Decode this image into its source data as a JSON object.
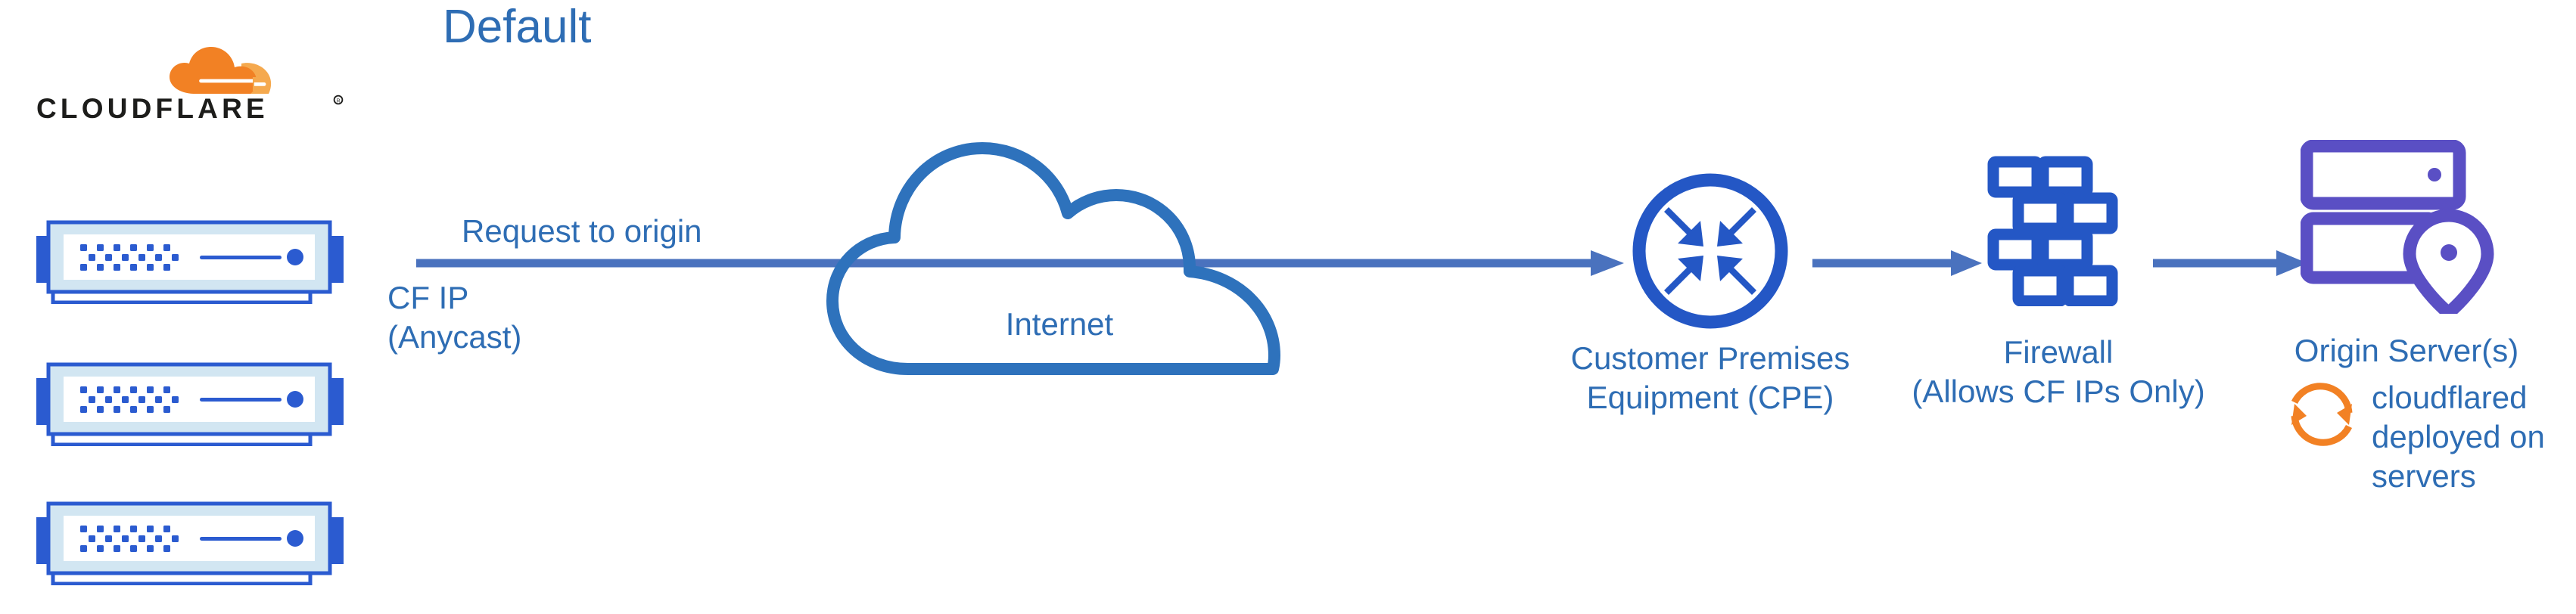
{
  "diagram": {
    "title": "Default",
    "type": "network-traffic-flow",
    "background": "#ffffff"
  },
  "colors": {
    "label_blue": "#2E6DB4",
    "arrow_blue": "#4A72BE",
    "cloud_blue": "#2E72BC",
    "icon_blue": "#2457C5",
    "server_frame_blue": "#2B5BD0",
    "server_fill_light": "#D2E6F2",
    "origin_purple": "#5A4FC4",
    "cloudflare_orange": "#F28124",
    "cloudflare_orange_light": "#F5A94E",
    "wordmark_black": "#1D1D1B"
  },
  "brand": {
    "name": "CLOUDFLARE",
    "registered_mark": "®",
    "logo_icon": "cloudflare-cloud-mark"
  },
  "source": {
    "name": "Cloudflare Edge Servers",
    "server_count": 3,
    "icon": "network-switch-icon"
  },
  "flow": {
    "primary_label": "Request to origin",
    "ip_label_lines": [
      "CF IP",
      "(Anycast)"
    ],
    "arrows": [
      {
        "name": "edge-to-cpe",
        "direction": "right",
        "label": "Request to origin"
      },
      {
        "name": "cpe-to-firewall",
        "direction": "right",
        "label": ""
      },
      {
        "name": "firewall-to-origin",
        "direction": "right",
        "label": ""
      }
    ]
  },
  "nodes": {
    "internet": {
      "label": "Internet",
      "icon": "cloud-icon"
    },
    "cpe": {
      "label_lines": [
        "Customer Premises",
        "Equipment (CPE)"
      ],
      "icon": "router-four-arrows-icon"
    },
    "firewall": {
      "label_lines": [
        "Firewall",
        "(Allows CF IPs Only)"
      ],
      "icon": "brick-wall-icon"
    },
    "origin": {
      "label": "Origin Server(s)",
      "icon": "server-rack-location-pin-icon"
    }
  },
  "annotations": {
    "cloudflared": {
      "icon": "circular-arrows-refresh-icon",
      "lines": [
        "cloudflared",
        "deployed on",
        "servers"
      ]
    }
  }
}
